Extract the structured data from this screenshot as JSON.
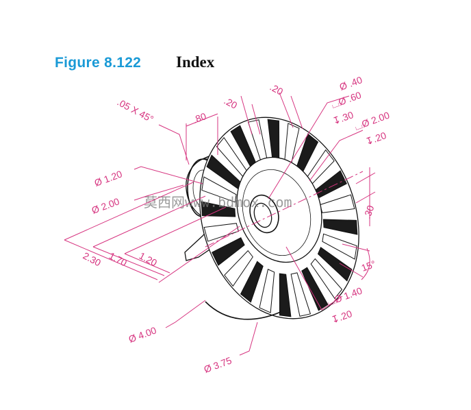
{
  "figure": {
    "number": "Figure 8.122",
    "title": "Index"
  },
  "colors": {
    "figure_number": "#1a9ad6",
    "dimension": "#d6337f",
    "object": "#111111"
  },
  "dimensions": {
    "chamfer": ".05 X 45°",
    "hub_length": ".80",
    "tooth_width_a": ".20",
    "tooth_width_b": ".20",
    "hole_dia": "Ø .40",
    "cbore1_dia": "⌴Ø .60",
    "cbore1_depth": "↧.30",
    "cbore2_dia": "⌴Ø 2.00",
    "cbore2_depth": "↧.20",
    "hub_inner_dia": "Ø 1.20",
    "hub_outer_dia": "Ø 2.00",
    "len_230": "2.30",
    "len_170": "1.70",
    "len_120": "1.20",
    "tooth_depth": ".30",
    "angle": "15°",
    "cbore3_dia": "⌴Ø 1.40",
    "cbore3_depth": "↧.20",
    "outer_dia": "Ø 4.00",
    "root_dia": "Ø 3.75"
  },
  "watermark": "莫西网www.bdmox.com"
}
